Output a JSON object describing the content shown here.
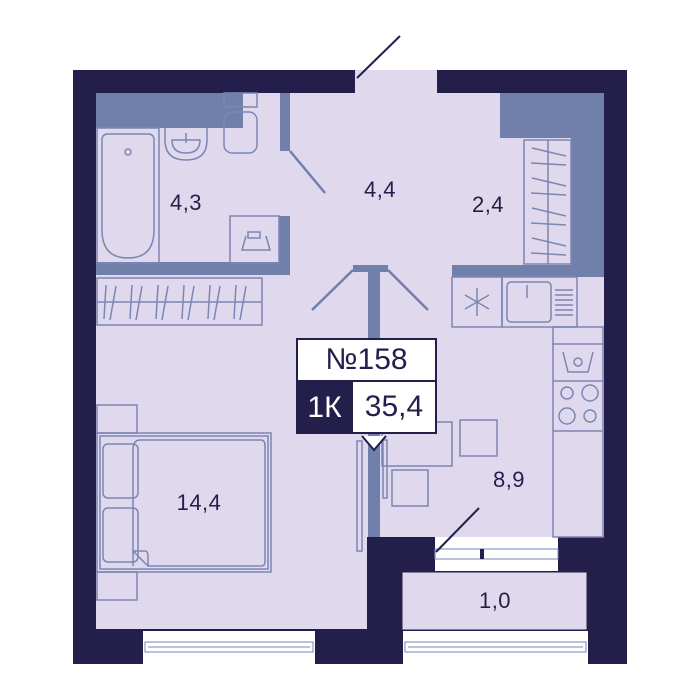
{
  "colors": {
    "wall": "#241f4a",
    "floor": "#e0d8ec",
    "partition": "#717fab",
    "line": "#7a86b4",
    "window": "#ffffff"
  },
  "rooms": [
    {
      "name": "bathroom",
      "area": "4,3"
    },
    {
      "name": "hallway",
      "area": "4,4"
    },
    {
      "name": "storage",
      "area": "2,4"
    },
    {
      "name": "bedroom",
      "area": "14,4"
    },
    {
      "name": "kitchen",
      "area": "8,9"
    },
    {
      "name": "balcony",
      "area": "1,0"
    }
  ],
  "apartment": {
    "number": "№158",
    "rooms": "1К",
    "total_area": "35,4"
  },
  "icons": [
    "bathtub-icon",
    "sink-icon",
    "toilet-icon",
    "washing-machine-icon",
    "wardrobe-icon",
    "bed-icon",
    "fridge-icon",
    "kitchen-sink-icon",
    "dishwasher-icon",
    "stove-icon",
    "dining-table-icon"
  ]
}
